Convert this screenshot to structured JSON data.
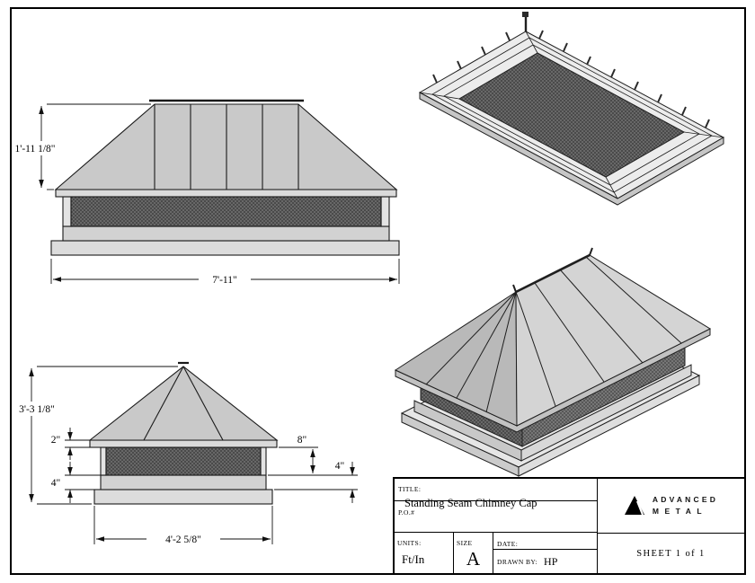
{
  "dims": {
    "front_height": "1'-11 1/8\"",
    "front_width": "7'-11\"",
    "side_height": "3'-3 1/8\"",
    "side_fascia": "2\"",
    "side_band": "4\"",
    "side_mesh": "8\"",
    "side_base": "4\"",
    "side_width": "4'-2 5/8\""
  },
  "title_block": {
    "title_label": "TITLE:",
    "title": "Standing Seam Chimney Cap",
    "po_label": "P.O.#",
    "units_label": "UNITS:",
    "units_value": "Ft/In",
    "size_label": "SIZE",
    "size_value": "A",
    "date_label": "DATE:",
    "drawn_by_label": "DRAWN BY:",
    "drawn_by_value": "HP",
    "sheet": "SHEET 1 of 1",
    "logo": {
      "line1": "ADVANCED",
      "line2": "METAL"
    }
  },
  "colors": {
    "line": "#1a1a1a",
    "roof_light": "#d4d4d4",
    "roof_mid": "#c9c9c9",
    "roof_dark": "#b9b9b9",
    "mesh_dark": "#6e6e6e",
    "base_gray": "#dcdcdc"
  }
}
